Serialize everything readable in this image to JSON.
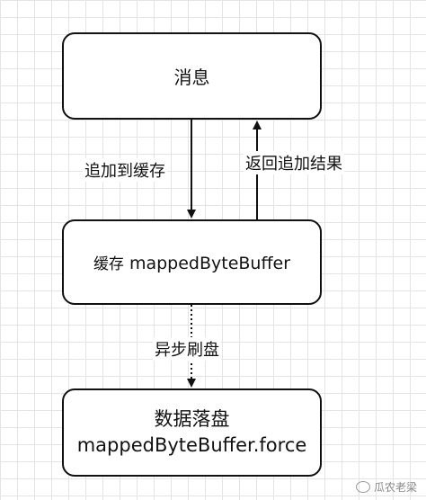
{
  "nodes": {
    "message": "消息",
    "buffer_prefix": "缓存",
    "buffer_name": "mappedByteBuffer",
    "persist_line1": "数据落盘",
    "persist_line2": "mappedByteBuffer.force"
  },
  "edges": {
    "append_to_buffer": "追加到缓存",
    "return_append_result": "返回追加结果",
    "async_flush": "异步刷盘"
  },
  "watermark": "瓜农老梁"
}
